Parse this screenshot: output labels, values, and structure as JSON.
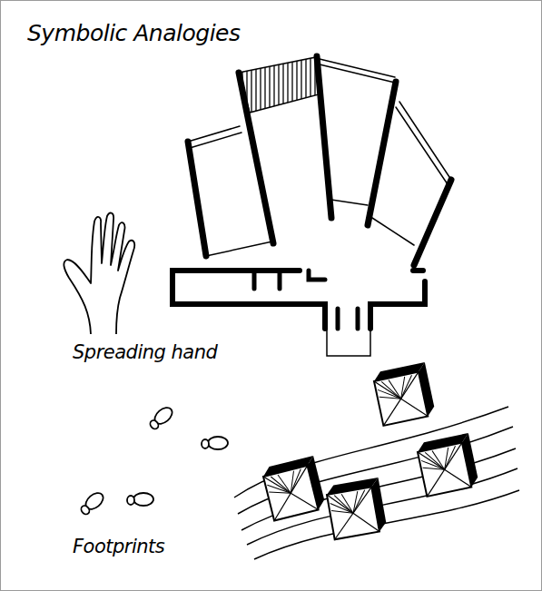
{
  "diagram": {
    "title": "Symbolic Analogies",
    "labels": [
      "Spreading hand",
      "Footprints"
    ]
  }
}
